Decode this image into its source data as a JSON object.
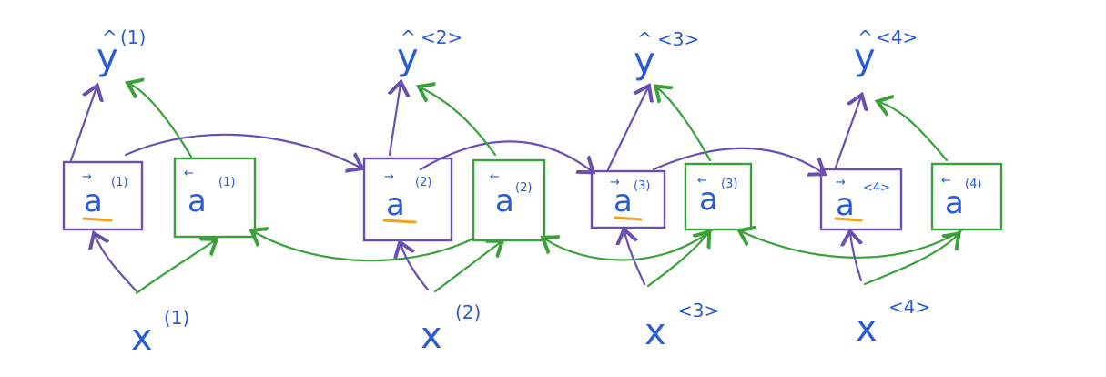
{
  "outputs": [
    {
      "hat": "^",
      "letter": "y",
      "index": "(1)"
    },
    {
      "hat": "^",
      "letter": "y",
      "index": "<2>"
    },
    {
      "hat": "^",
      "letter": "y",
      "index": "<3>"
    },
    {
      "hat": "^",
      "letter": "y",
      "index": "<4>"
    }
  ],
  "inputs": [
    {
      "letter": "x",
      "index": "(1)"
    },
    {
      "letter": "x",
      "index": "(2)"
    },
    {
      "letter": "x",
      "index": "<3>"
    },
    {
      "letter": "x",
      "index": "<4>"
    }
  ],
  "forward_cells": [
    {
      "arrow": "→",
      "letter": "a",
      "index": "(1)"
    },
    {
      "arrow": "→",
      "letter": "a",
      "index": "(2)"
    },
    {
      "arrow": "→",
      "letter": "a",
      "index": "(3)"
    },
    {
      "arrow": "→",
      "letter": "a",
      "index": "<4>"
    }
  ],
  "backward_cells": [
    {
      "arrow": "←",
      "letter": "a",
      "index": "(1)"
    },
    {
      "arrow": "←",
      "letter": "a",
      "index": "(2)"
    },
    {
      "arrow": "←",
      "letter": "a",
      "index": "(3)"
    },
    {
      "arrow": "←",
      "letter": "a",
      "index": "(4)"
    }
  ],
  "colors": {
    "forward": "#6a4fb3",
    "backward": "#3aa13a",
    "text": "#2a5bd7",
    "highlight": "#f0a020"
  }
}
